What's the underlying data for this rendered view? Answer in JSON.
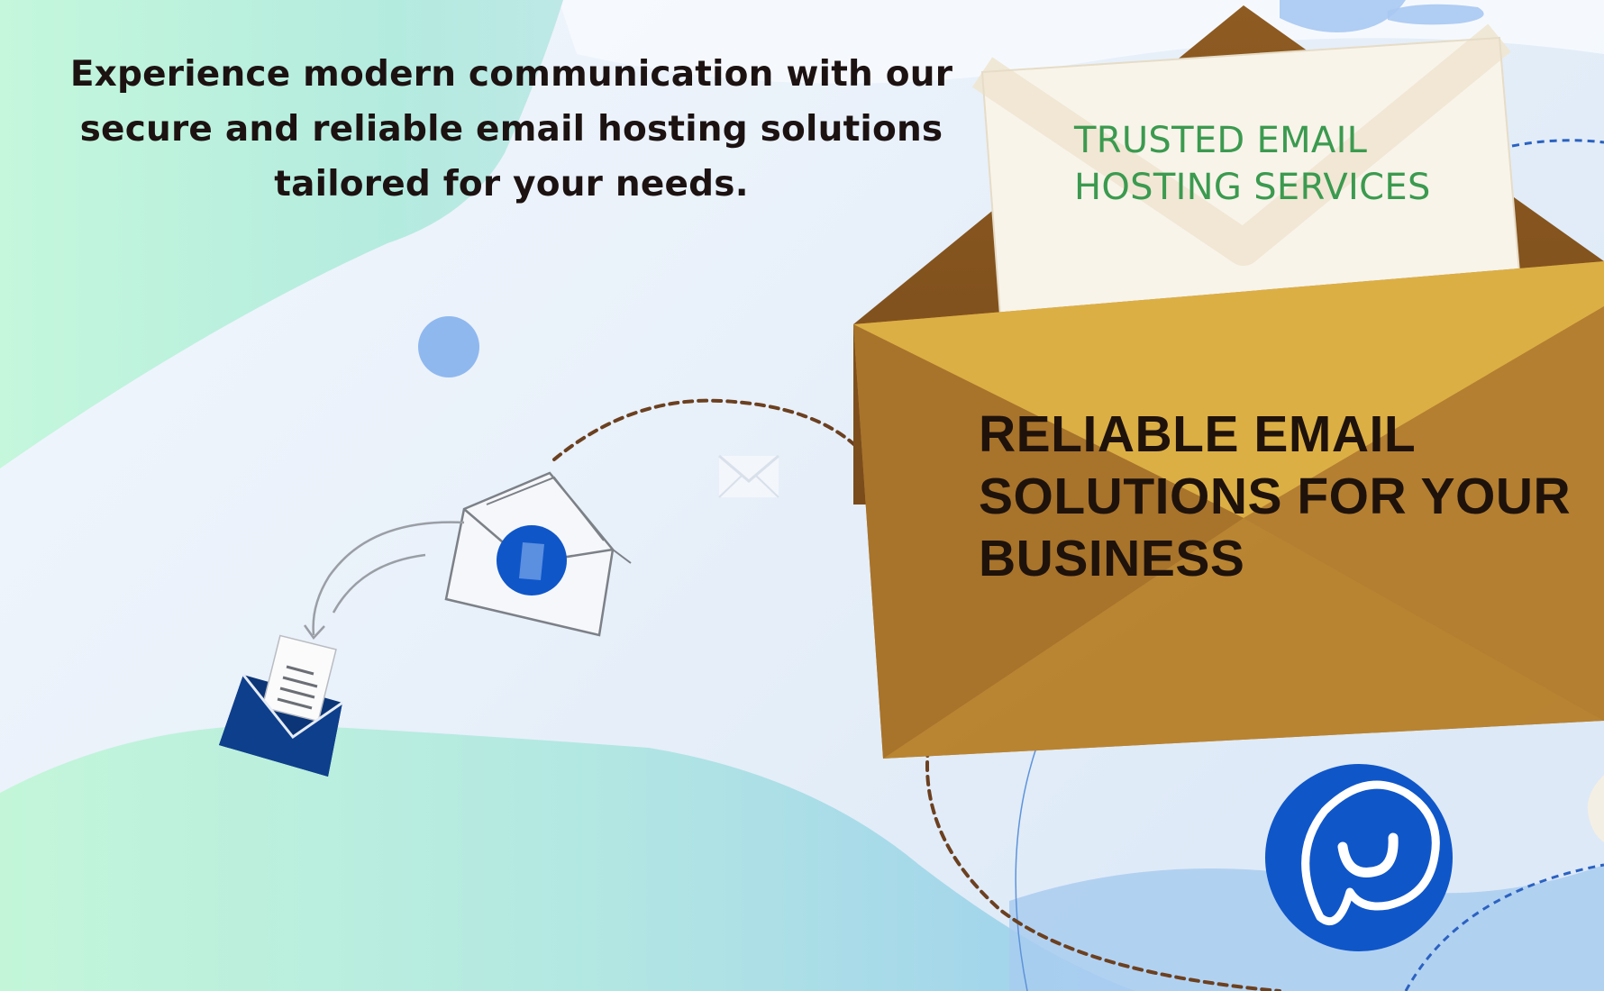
{
  "hero": {
    "headline": "Experience modern communication with our secure and reliable email hosting solutions tailored for your needs.",
    "letter_text": "TRUSTED EMAIL HOSTING SERVICES",
    "envelope_text": "RELIABLE EMAIL SOLUTIONS FOR YOUR BUSINESS"
  },
  "colors": {
    "headline": "#1c1212",
    "letter_text": "#3b9a4f",
    "envelope_text": "#1e120b",
    "envelope_gold": "#dcaf45",
    "envelope_brown": "#8a5a24",
    "brand_blue": "#0f56c9",
    "navy": "#0b3577",
    "mint": "#b9f2d8"
  },
  "icons": {
    "chat_badge": "chat-bubble-icon",
    "circle_letter": "phone-envelope-icon",
    "navy_envelope": "open-envelope-icon",
    "small_envelope": "small-envelope-icon",
    "blue_dot": "blue-dot-icon"
  }
}
